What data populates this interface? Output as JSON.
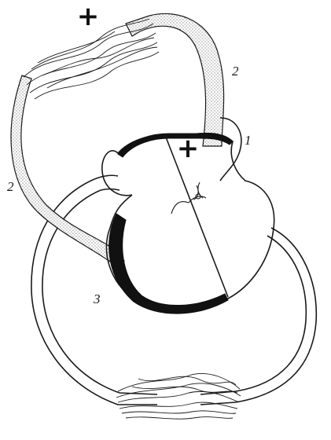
{
  "labels": {
    "plus_top": "+",
    "plus_heart": "+",
    "label_1": "1",
    "label_2_right": "2",
    "label_2_left": "2",
    "label_3": "3"
  },
  "colors": {
    "ink": "#111111",
    "paper": "#ffffff"
  }
}
